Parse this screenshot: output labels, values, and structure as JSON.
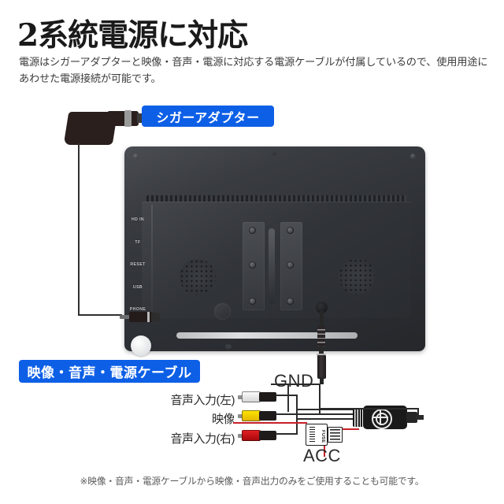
{
  "header": {
    "title": "2系統電源に対応",
    "description": "電源はシガーアダプターと映像・音声・電源に対応する電源ケーブルが付属しているので、使用用途にあわせた電源接続が可能です。"
  },
  "labels": {
    "cigar_adapter": "シガーアダプター",
    "av_power_cable": "映像・音声・電源ケーブル"
  },
  "monitor": {
    "ports": [
      {
        "label": "HD IN"
      },
      {
        "label": "TF"
      },
      {
        "label": "RESET"
      },
      {
        "label": "USB"
      },
      {
        "label": "PHONE"
      }
    ]
  },
  "cable": {
    "rca": [
      {
        "label": "音声入力(左)",
        "color": "#ffffff",
        "name": "audio-left"
      },
      {
        "label": "映像",
        "color": "#ffe600",
        "name": "video"
      },
      {
        "label": "音声入力(右)",
        "color": "#e51f22",
        "name": "audio-right"
      }
    ],
    "gnd": "GND",
    "acc": "ACC",
    "fuse": "FUSE"
  },
  "footer": {
    "note": "※映像・音声・電源ケーブルから映像・音声出力のみをご使用することも可能です。"
  },
  "colors": {
    "accent_blue": "#0d5fe6",
    "title_black": "#1a1a1a",
    "body_gray": "#3c3c3c",
    "wire_red": "#c8202a"
  }
}
